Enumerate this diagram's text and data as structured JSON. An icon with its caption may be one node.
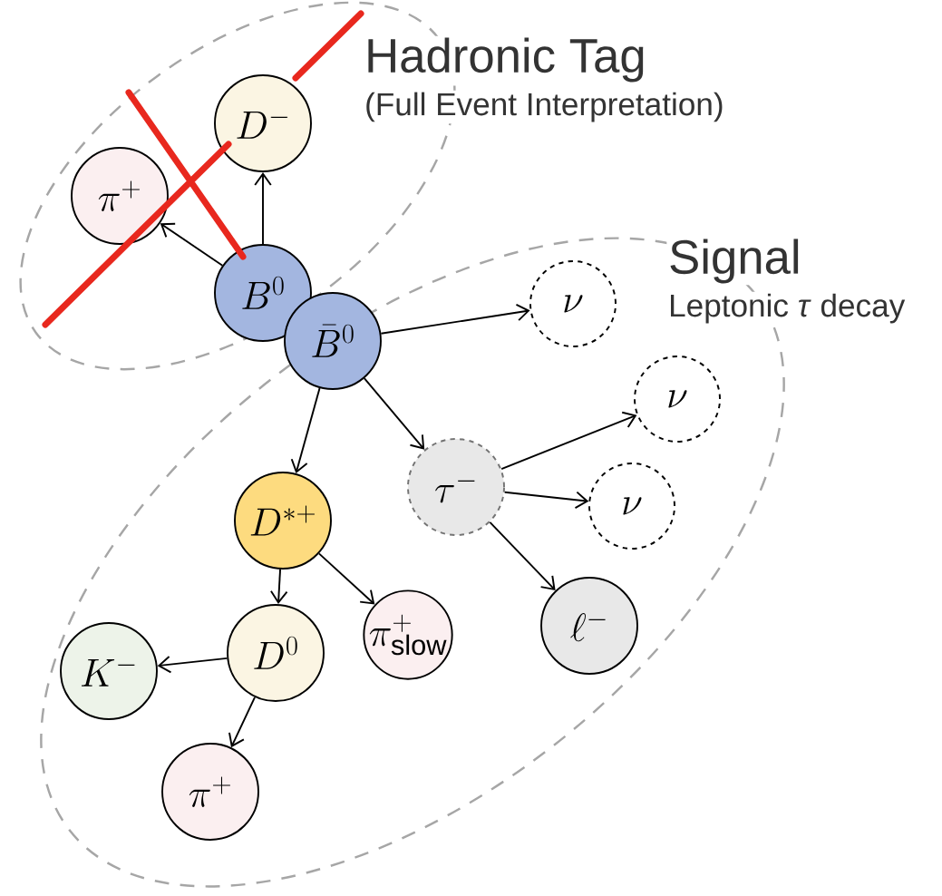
{
  "diagram": {
    "nodes": [
      {
        "text": [
          "Hadronic Tag",
          "(Full Event Interpretation)"
        ]
      },
      {
        "text": [
          "D^-"
        ],
        "in": 0
      },
      {
        "text": [
          "\\pi^+"
        ],
        "in": 0
      },
      {
        "text": [
          "B^0"
        ],
        "in": 0
      },
      {
        "text": [
          "Signal",
          "Leptonic *τ* decay"
        ]
      },
      {
        "text": [
          "\\bar{B}^0"
        ],
        "in": 4
      },
      {
        "text": [
          "\\nu"
        ],
        "in": 4
      },
      {
        "text": [
          "\\nu"
        ],
        "in": 4
      },
      {
        "text": [
          "\\tau^-"
        ],
        "in": 4
      },
      {
        "text": [
          "\\nu"
        ],
        "in": 4
      },
      {
        "text": [
          "D^{*+}"
        ],
        "in": 4
      },
      {
        "text": [
          "\\pi^+_{\\mathrm{slow}}"
        ],
        "in": 4
      },
      {
        "text": [
          "\\ell^-"
        ],
        "in": 4
      },
      {
        "text": [
          "D^0"
        ],
        "in": 4
      },
      {
        "text": [
          "K^-"
        ],
        "in": 4
      },
      {
        "text": [
          "\\pi^+"
        ],
        "in": 4
      }
    ],
    "edges": [
      {
        "from": 3,
        "to": 2,
        "arrow": "to"
      },
      {
        "from": 3,
        "to": 1,
        "arrow": "to"
      },
      {
        "from": 5,
        "to": 6,
        "arrow": "to"
      },
      {
        "from": 5,
        "to": 8,
        "arrow": "to"
      },
      {
        "from": 5,
        "to": 10,
        "arrow": "to"
      },
      {
        "from": 8,
        "to": 7,
        "arrow": "to"
      },
      {
        "from": 8,
        "to": 9,
        "arrow": "to"
      },
      {
        "from": 8,
        "to": 12,
        "arrow": "to"
      },
      {
        "from": 10,
        "to": 13,
        "arrow": "to"
      },
      {
        "from": 10,
        "to": 11,
        "arrow": "to"
      },
      {
        "from": 13,
        "to": 14,
        "arrow": "to"
      },
      {
        "from": 13,
        "to": 15,
        "arrow": "to"
      }
    ]
  }
}
